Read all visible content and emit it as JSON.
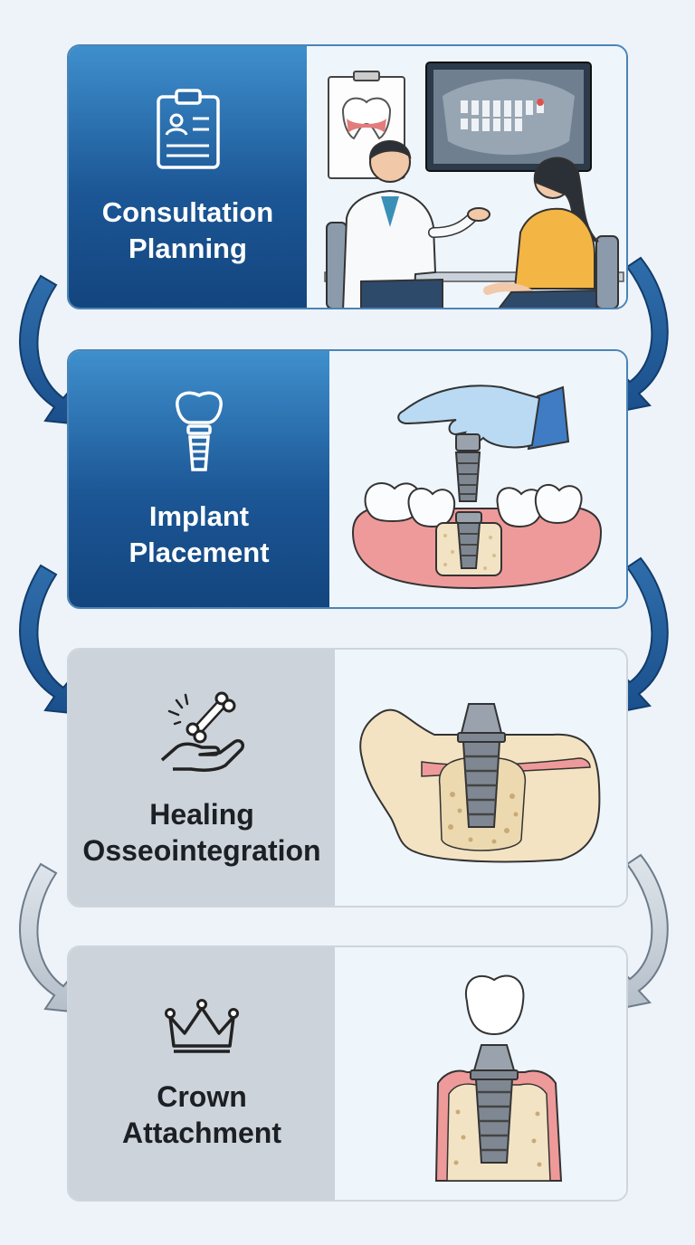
{
  "steps": [
    {
      "id": "consultation",
      "lines": [
        "Consultation",
        "Planning"
      ],
      "icon": "clipboard-icon"
    },
    {
      "id": "placement",
      "lines": [
        "Implant",
        "Placement"
      ],
      "icon": "implant-tooth-icon"
    },
    {
      "id": "healing",
      "lines": [
        "Healing",
        "Osseointegration"
      ],
      "icon": "healing-hand-bone-icon"
    },
    {
      "id": "crown",
      "lines": [
        "Crown",
        "Attachment"
      ],
      "icon": "crown-icon"
    }
  ],
  "colors": {
    "blue_dark": "#13457e",
    "blue_light": "#3f8fcd",
    "gray_panel": "#ccd3da",
    "arrow_blue": "#1f5d9c",
    "arrow_gray": "#b9c2cc"
  }
}
